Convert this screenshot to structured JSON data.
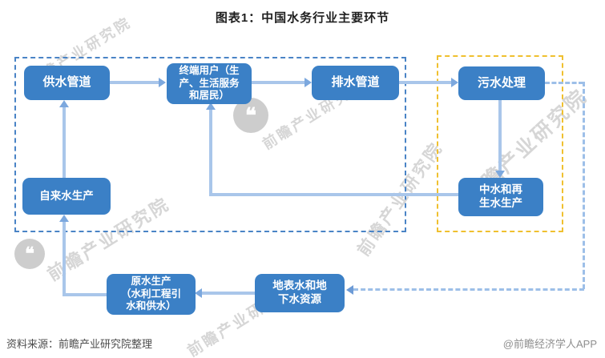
{
  "title": "图表1：中国水务行业主要环节",
  "diagram": {
    "nodes": [
      {
        "id": "water-supply-pipeline",
        "label": "供水管道"
      },
      {
        "id": "end-users",
        "label": "终端用户（生\n产、生活服务\n和居民）"
      },
      {
        "id": "drainage-pipeline",
        "label": "排水管道"
      },
      {
        "id": "sewage-treatment",
        "label": "污水处理"
      },
      {
        "id": "reclaimed-water-production",
        "label": "中水和再\n生水生产"
      },
      {
        "id": "tap-water-production",
        "label": "自来水生产"
      },
      {
        "id": "raw-water-production",
        "label": "原水生产\n（水利工程引\n水和供水）"
      },
      {
        "id": "water-resources",
        "label": "地表水和地\n下水资源"
      }
    ],
    "edges": [
      {
        "from": "供水管道",
        "to": "终端用户（生产、生活服务和居民）",
        "style": "solid"
      },
      {
        "from": "终端用户（生产、生活服务和居民）",
        "to": "排水管道",
        "style": "solid"
      },
      {
        "from": "排水管道",
        "to": "污水处理",
        "style": "solid"
      },
      {
        "from": "污水处理",
        "to": "中水和再生水生产",
        "style": "solid"
      },
      {
        "from": "中水和再生水生产",
        "to": "终端用户（生产、生活服务和居民）",
        "style": "solid"
      },
      {
        "from": "自来水生产",
        "to": "供水管道",
        "style": "solid"
      },
      {
        "from": "原水生产（水利工程引水和供水）",
        "to": "自来水生产",
        "style": "solid"
      },
      {
        "from": "地表水和地下水资源",
        "to": "原水生产（水利工程引水和供水）",
        "style": "solid"
      },
      {
        "from": "污水处理",
        "to": "地表水和地下水资源",
        "style": "dashed"
      }
    ]
  },
  "watermark": {
    "text": "前瞻产业研究院",
    "logo_glyph": "❝"
  },
  "footer": {
    "source": "资料来源：前瞻产业研究院整理",
    "credit": "@前瞻经济学人APP"
  },
  "colors": {
    "node_fill": "#3b80c6",
    "node_text": "#ffffff",
    "arrow": "#a9c6ea",
    "dashed_arrow": "#9dbfe8",
    "blue_group_border": "#4a84c6",
    "yellow_group_border": "#f0c02f",
    "watermark": "#d6d6d6"
  }
}
